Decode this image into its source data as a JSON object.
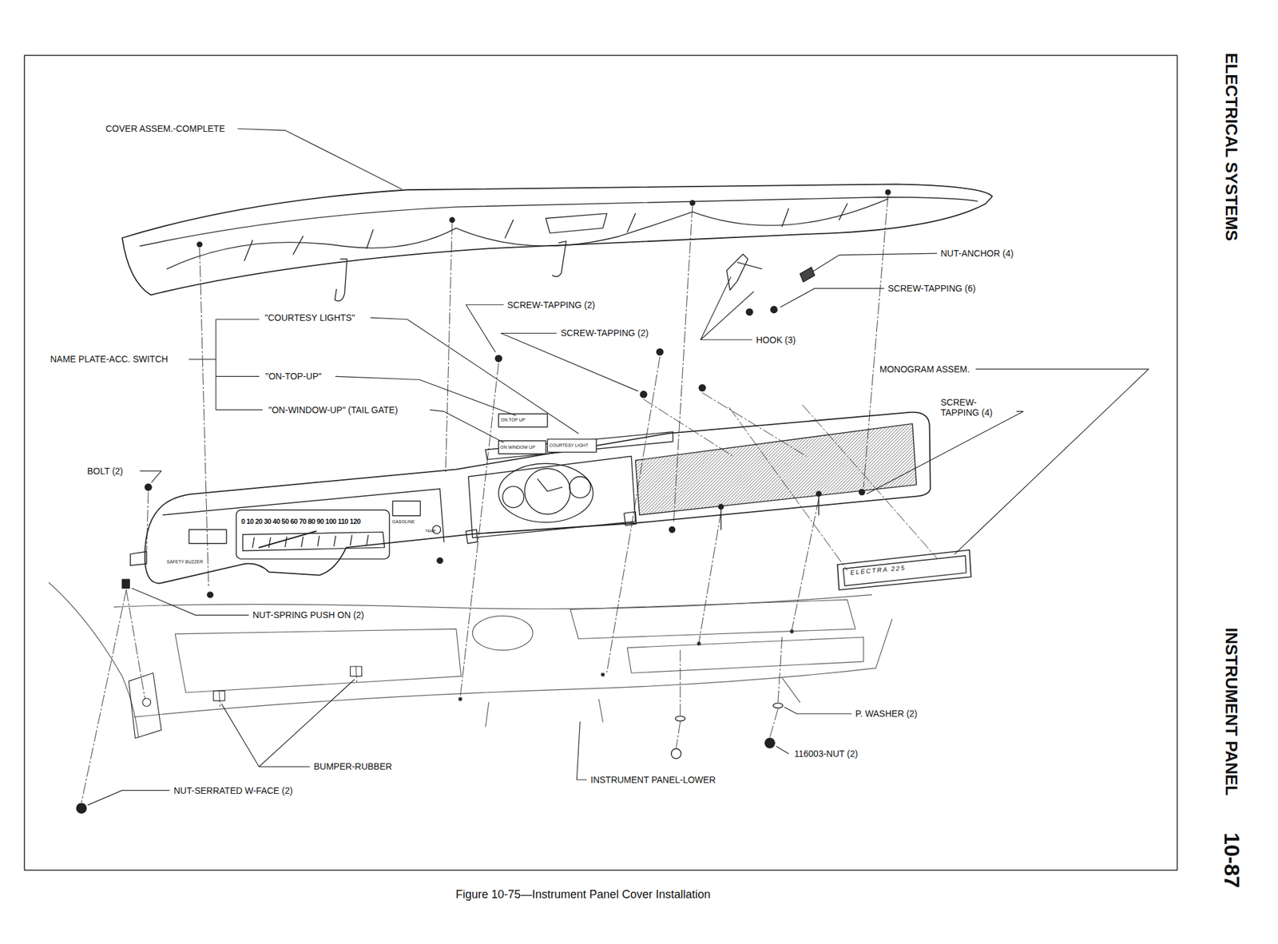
{
  "diagram": {
    "caption": "Figure 10-75—Instrument Panel Cover Installation",
    "labels": [
      "COVER ASSEM.-COMPLETE",
      "NUT-ANCHOR (4)",
      "SCREW-TAPPING (6)",
      "\"COURTESY LIGHTS\"",
      "SCREW-TAPPING (2)",
      "SCREW-TAPPING (2)",
      "HOOK (3)",
      "NAME PLATE-ACC. SWITCH",
      "\"ON-TOP-UP\"",
      "MONOGRAM ASSEM.",
      "\"ON-WINDOW-UP\" (TAIL GATE)",
      "SCREW-TAPPING (4)",
      "BOLT (2)",
      "NUT-SPRING PUSH ON (2)",
      "P. WASHER (2)",
      "116003-NUT (2)",
      "BUMPER-RUBBER",
      "INSTRUMENT PANEL-LOWER",
      "NUT-SERRATED W-FACE (2)",
      "ON TOP UP",
      "ON WINDOW UP",
      "COURTESY LIGHT",
      "0 10 20 30 40 50 60 70 80 90 100 110 120",
      "GASOLINE",
      "TEMP",
      "SAFETY BUZZER",
      "ELECTRA 225",
      "ELECTRICAL SYSTEMS",
      "INSTRUMENT PANEL",
      "10-87"
    ]
  }
}
